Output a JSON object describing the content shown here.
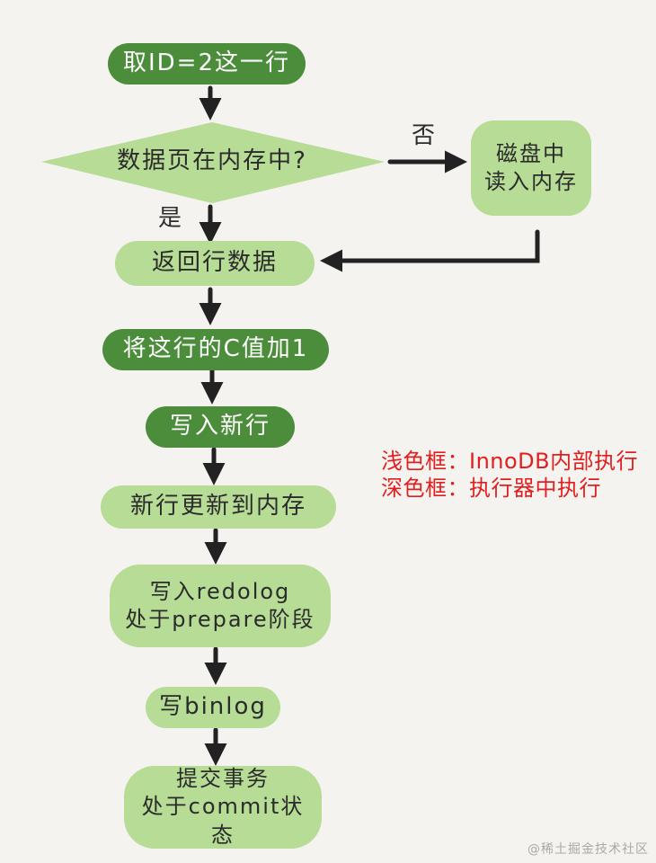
{
  "colors": {
    "background": "#f4f3ef",
    "dark_node": "#4b8d3b",
    "light_node": "#b6dc96",
    "legend_text": "#e02020",
    "arrow": "#222222"
  },
  "nodes": {
    "get_row": "取ID=2这一行",
    "page_in_memory": "数据页在内存中?",
    "read_from_disk": "磁盘中\n读入内存",
    "return_row": "返回行数据",
    "add_one": "将这行的C值加1",
    "write_new_row": "写入新行",
    "update_memory": "新行更新到内存",
    "write_redolog": "写入redolog\n处于prepare阶段",
    "write_binlog": "写binlog",
    "commit": "提交事务\n处于commit状态"
  },
  "edge_labels": {
    "no": "否",
    "yes": "是"
  },
  "legend": {
    "light": "浅色框：InnoDB内部执行",
    "dark": "深色框：执行器中执行"
  },
  "watermark": "@稀土掘金技术社区"
}
